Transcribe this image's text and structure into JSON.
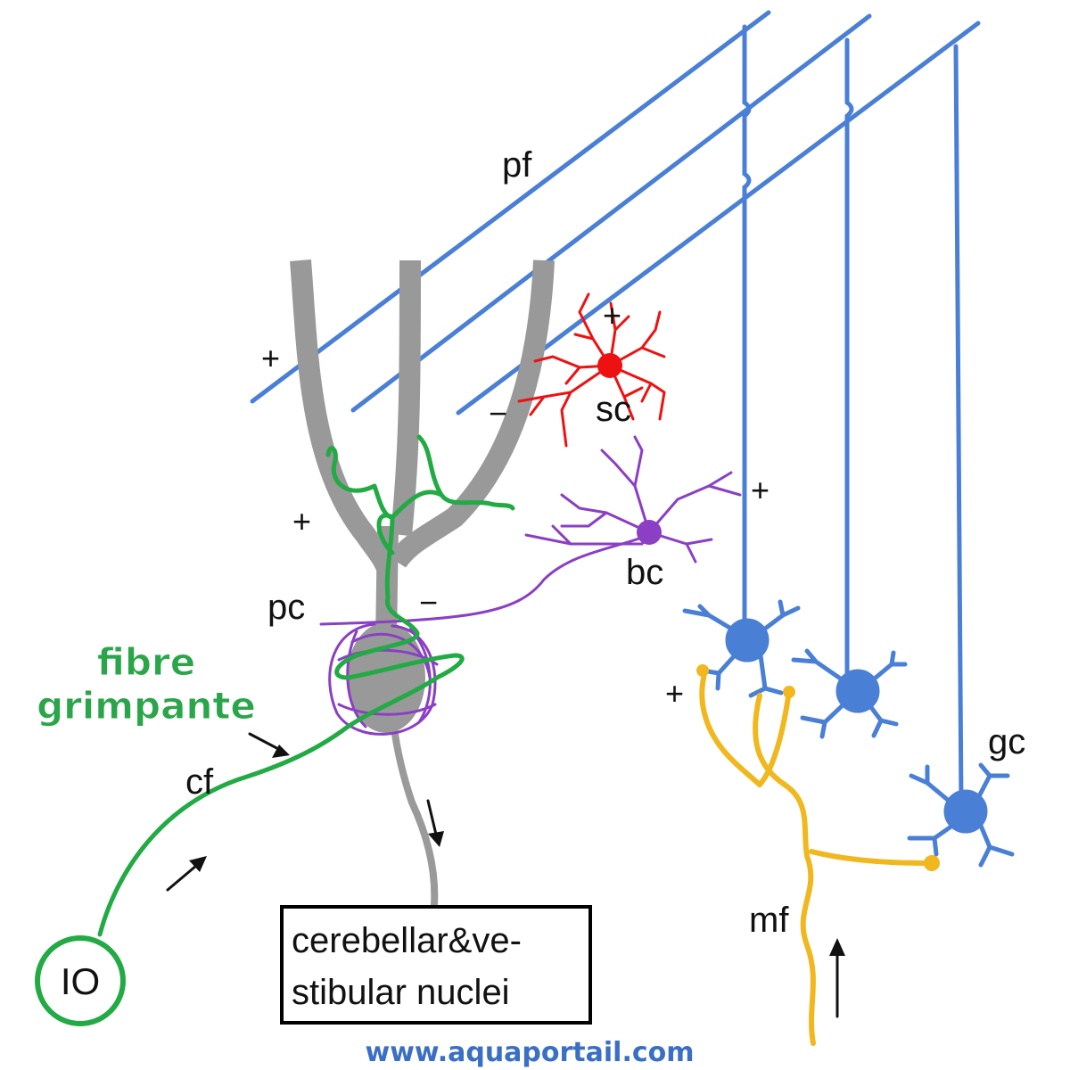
{
  "labels": {
    "pf": "pf",
    "sc": "sc",
    "bc": "bc",
    "pc": "pc",
    "gc": "gc",
    "cf": "cf",
    "mf": "mf",
    "io": "IO",
    "nuclei_line1": "cerebellar&ve-",
    "nuclei_line2": "stibular nuclei",
    "fibre_line1": "fibre",
    "fibre_line2": "grimpante"
  },
  "signs": {
    "plus": "+",
    "minus": "−"
  },
  "watermark": "www.aquaportail.com",
  "colors": {
    "parallel_fibers": "#4a7fd6",
    "granule_cells": "#4a7fd6",
    "purkinje_cell": "#999999",
    "climbing_fiber": "#22aa44",
    "stellate_cell": "#ee1111",
    "basket_cell": "#8a3fc4",
    "mossy_fiber": "#f0b81e"
  }
}
